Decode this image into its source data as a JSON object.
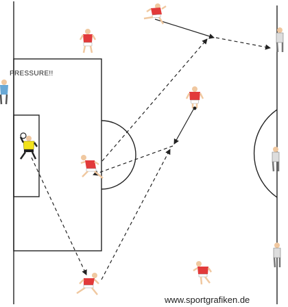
{
  "diagram": {
    "label": "PRESSURE!!",
    "watermark": "www.sportgrafiken.de",
    "colors": {
      "attacker_shirt": "#e23a3a",
      "attacker_shorts": "#ffffff",
      "goalkeeper_shirt": "#f2e21a",
      "neutral_shirt": "#6aa9d6",
      "skin": "#f0c8a0",
      "line": "#222222"
    },
    "players": [
      {
        "id": "attacker-top-runner",
        "team": "attacker"
      },
      {
        "id": "attacker-top-left",
        "team": "attacker"
      },
      {
        "id": "attacker-center-right",
        "team": "attacker"
      },
      {
        "id": "attacker-center",
        "team": "attacker"
      },
      {
        "id": "attacker-bottom-left",
        "team": "attacker"
      },
      {
        "id": "attacker-bottom-right",
        "team": "attacker"
      },
      {
        "id": "goalkeeper",
        "team": "goalkeeper"
      },
      {
        "id": "coach-left",
        "team": "neutral"
      },
      {
        "id": "neutral-right-top",
        "team": "neutral"
      },
      {
        "id": "neutral-right-middle",
        "team": "neutral"
      },
      {
        "id": "neutral-right-bottom",
        "team": "neutral"
      }
    ]
  }
}
